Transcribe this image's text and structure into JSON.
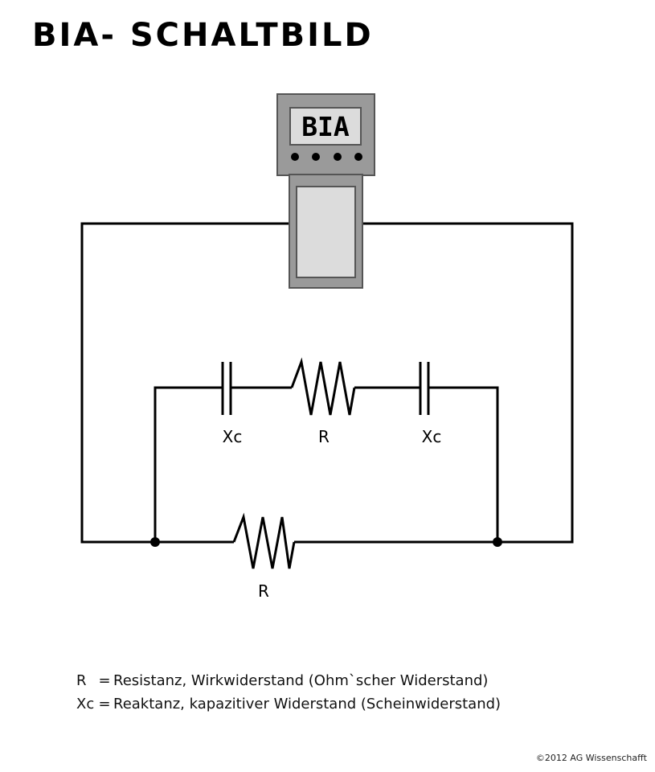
{
  "title": "BIA- SCHALTBILD",
  "device": {
    "display_text": "BIA",
    "body_color": "#9a9a9a",
    "screen_color": "#dcdcdc",
    "dot_count": 4
  },
  "components": {
    "cap_left_label": "Xc",
    "resistor_top_label": "R",
    "cap_right_label": "Xc",
    "resistor_bottom_label": "R"
  },
  "legend": [
    {
      "symbol": "R",
      "equals": "=",
      "text": "Resistanz, Wirkwiderstand (Ohm`scher Widerstand)"
    },
    {
      "symbol": "Xc",
      "equals": "=",
      "text": "Reaktanz, kapazitiver Widerstand  (Scheinwiderstand)"
    }
  ],
  "copyright": "©2012 AG Wissenschafft"
}
